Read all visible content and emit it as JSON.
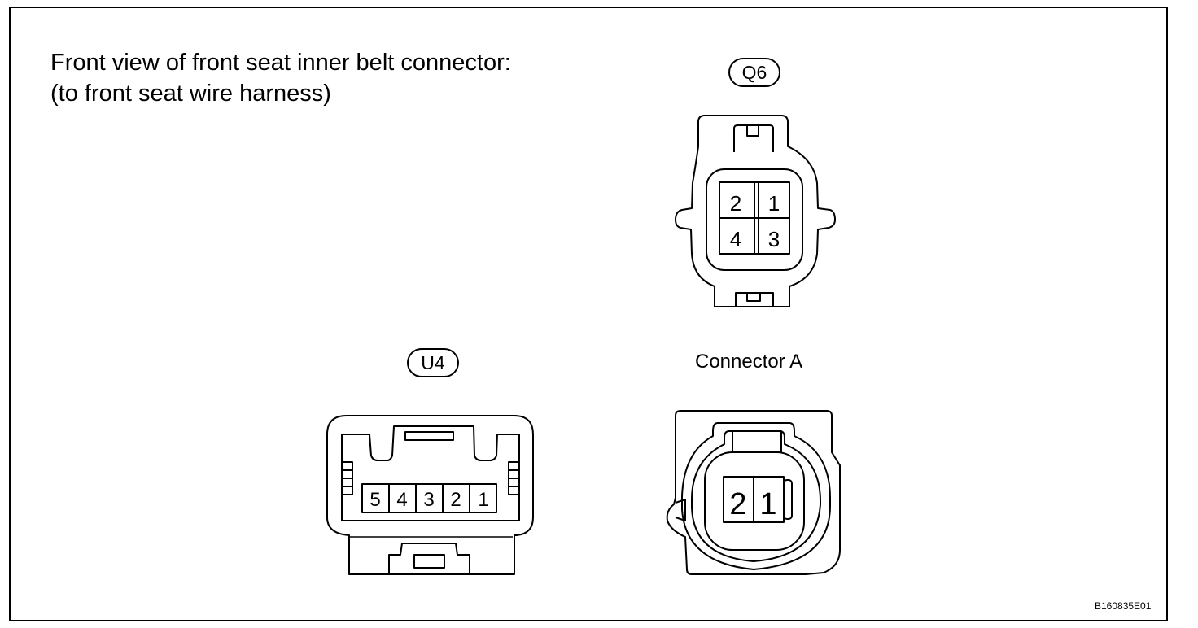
{
  "title_line1": "Front view of front seat inner belt connector:",
  "title_line2": "(to front seat wire harness)",
  "connectors": {
    "q6": {
      "label": "Q6",
      "pins": [
        "2",
        "1",
        "4",
        "3"
      ]
    },
    "u4": {
      "label": "U4",
      "pins": [
        "5",
        "4",
        "3",
        "2",
        "1"
      ]
    },
    "a": {
      "title": "Connector A",
      "pins": [
        "2",
        "1"
      ]
    }
  },
  "figure_id": "B160835E01"
}
